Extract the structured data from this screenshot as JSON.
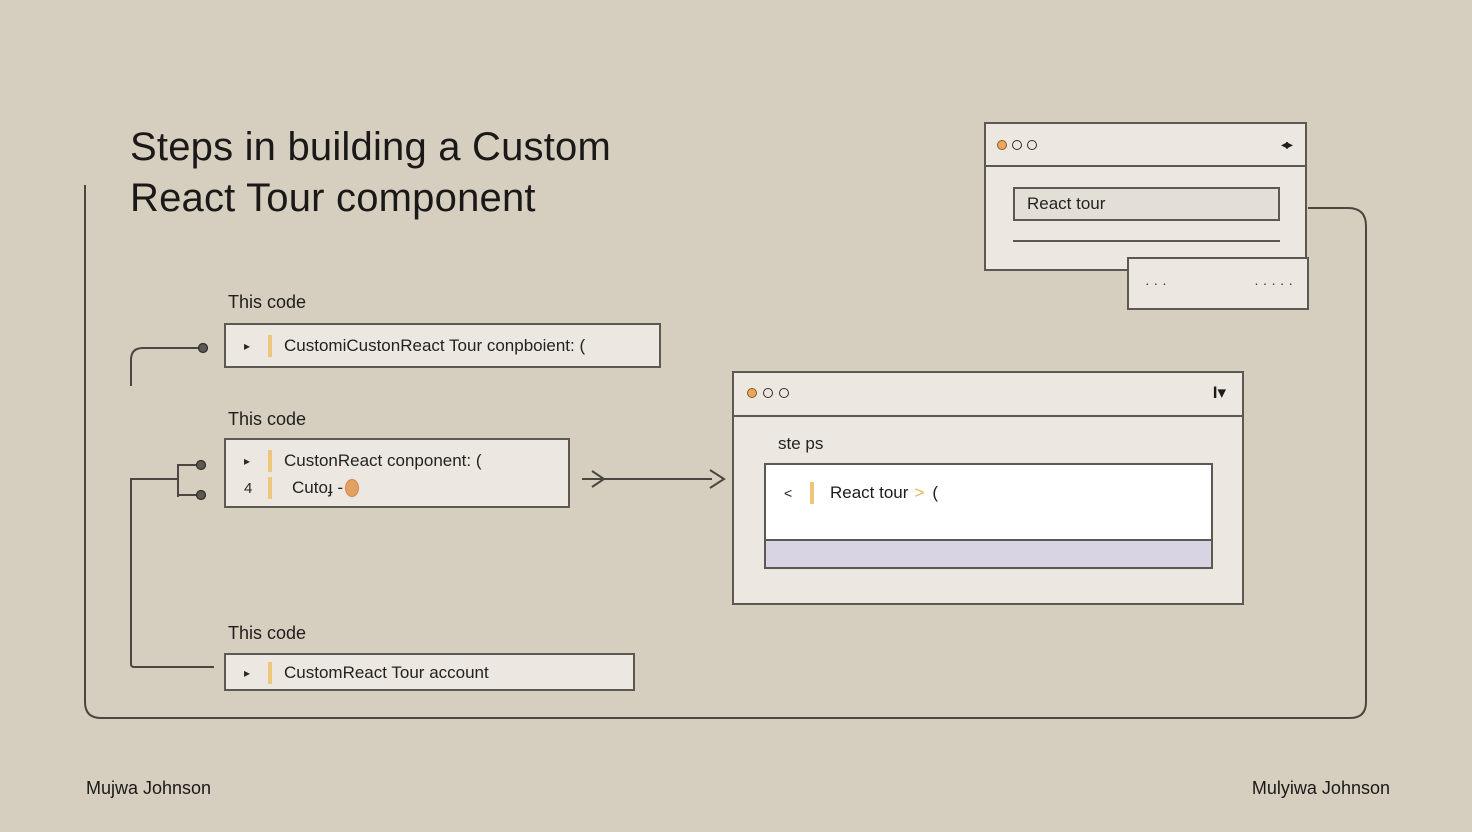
{
  "title_lines": [
    "Steps in building a Custom",
    "React Tour component"
  ],
  "code_blocks": [
    {
      "label": "This code",
      "lines": [
        {
          "marker": "▸",
          "text": "CustomiCustonReact Tour conpboient:  ("
        }
      ]
    },
    {
      "label": "This code",
      "lines": [
        {
          "marker": "▸",
          "text": "CustonReact conponent:  ("
        },
        {
          "marker": "4",
          "text": "Cutoɟ -"
        }
      ]
    },
    {
      "label": "This code",
      "lines": [
        {
          "marker": "▸",
          "text": "CustomReact Tour account"
        }
      ]
    }
  ],
  "window_top": {
    "nav_label": "◂▸",
    "search_value": "React tour",
    "popup_text_left": "· · ·",
    "popup_text_right": "· · · · ·"
  },
  "window_main": {
    "menu_label": "I▾",
    "steps_label": "ste ps",
    "step_marker": "<",
    "step_text": "React tour",
    "step_accent": ">",
    "step_tail": "("
  },
  "authors": {
    "left": "Mujwa Johnson",
    "right": "Mulyiwa Johnson"
  },
  "colors": {
    "background": "#d6cfbf",
    "panel": "#ece8e1",
    "border": "#5c5852",
    "accent_bar": "#ecc67a",
    "accent_orange": "#e3a062",
    "highlight_band": "#d9d4e4"
  },
  "icons": {
    "expand": "triangle-right-icon",
    "window_controls": "traffic-light-dots-icon",
    "nav": "left-right-arrows-icon",
    "menu": "cursor-dropdown-icon"
  }
}
